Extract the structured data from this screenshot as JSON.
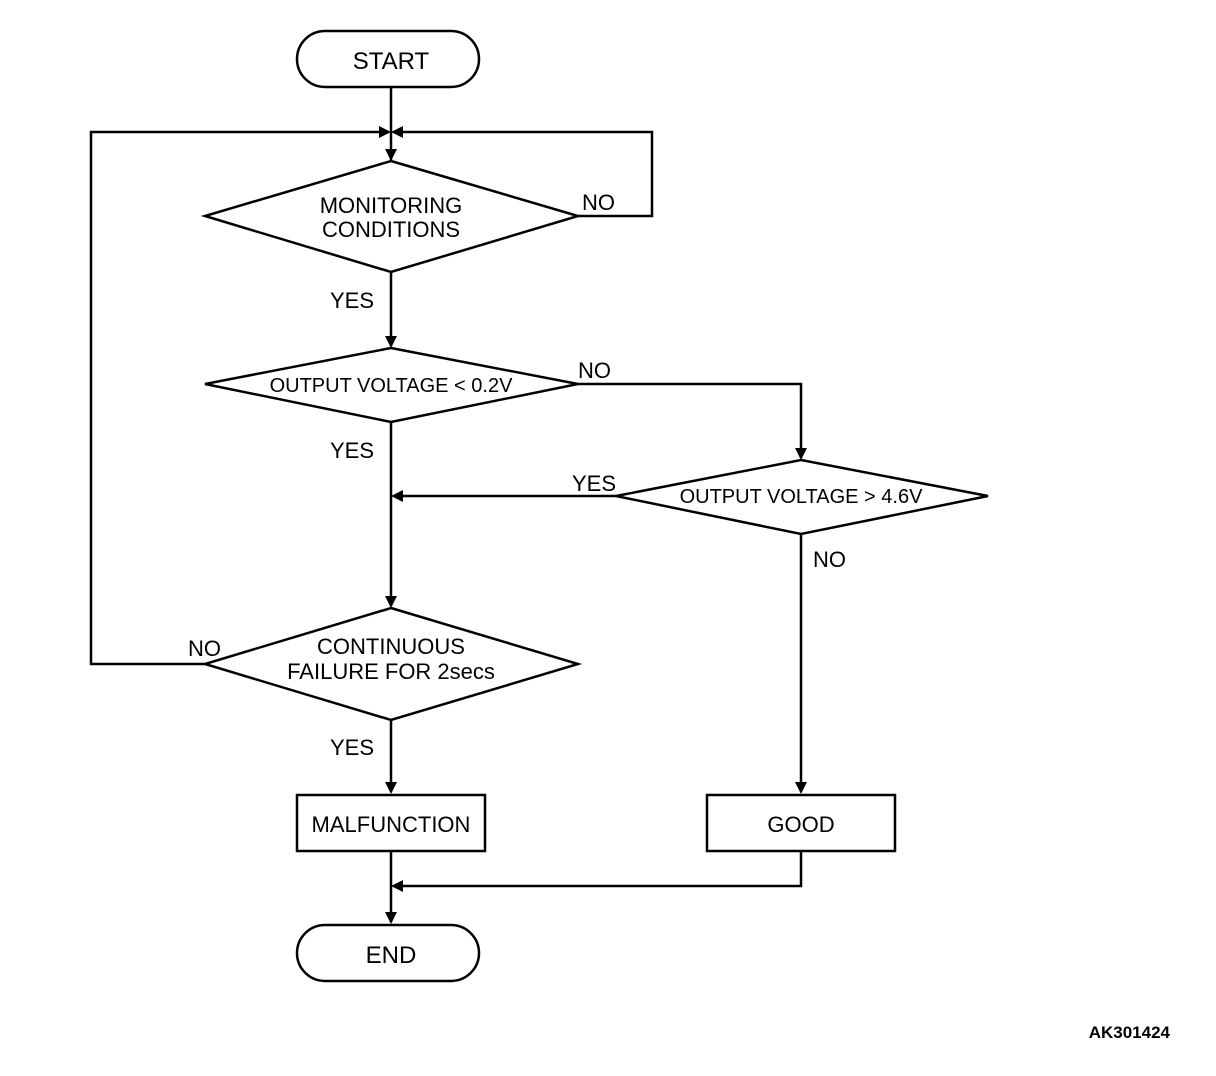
{
  "flowchart": {
    "start": "START",
    "end": "END",
    "decision_monitoring": {
      "line1": "MONITORING",
      "line2": "CONDITIONS"
    },
    "decision_low": "OUTPUT VOLTAGE < 0.2V",
    "decision_high": "OUTPUT VOLTAGE > 4.6V",
    "decision_continuous": {
      "line1": "CONTINUOUS",
      "line2": "FAILURE FOR 2secs"
    },
    "process_malfunction": "MALFUNCTION",
    "process_good": "GOOD",
    "labels": {
      "yes": "YES",
      "no": "NO"
    }
  },
  "figure_code": "AK301424"
}
